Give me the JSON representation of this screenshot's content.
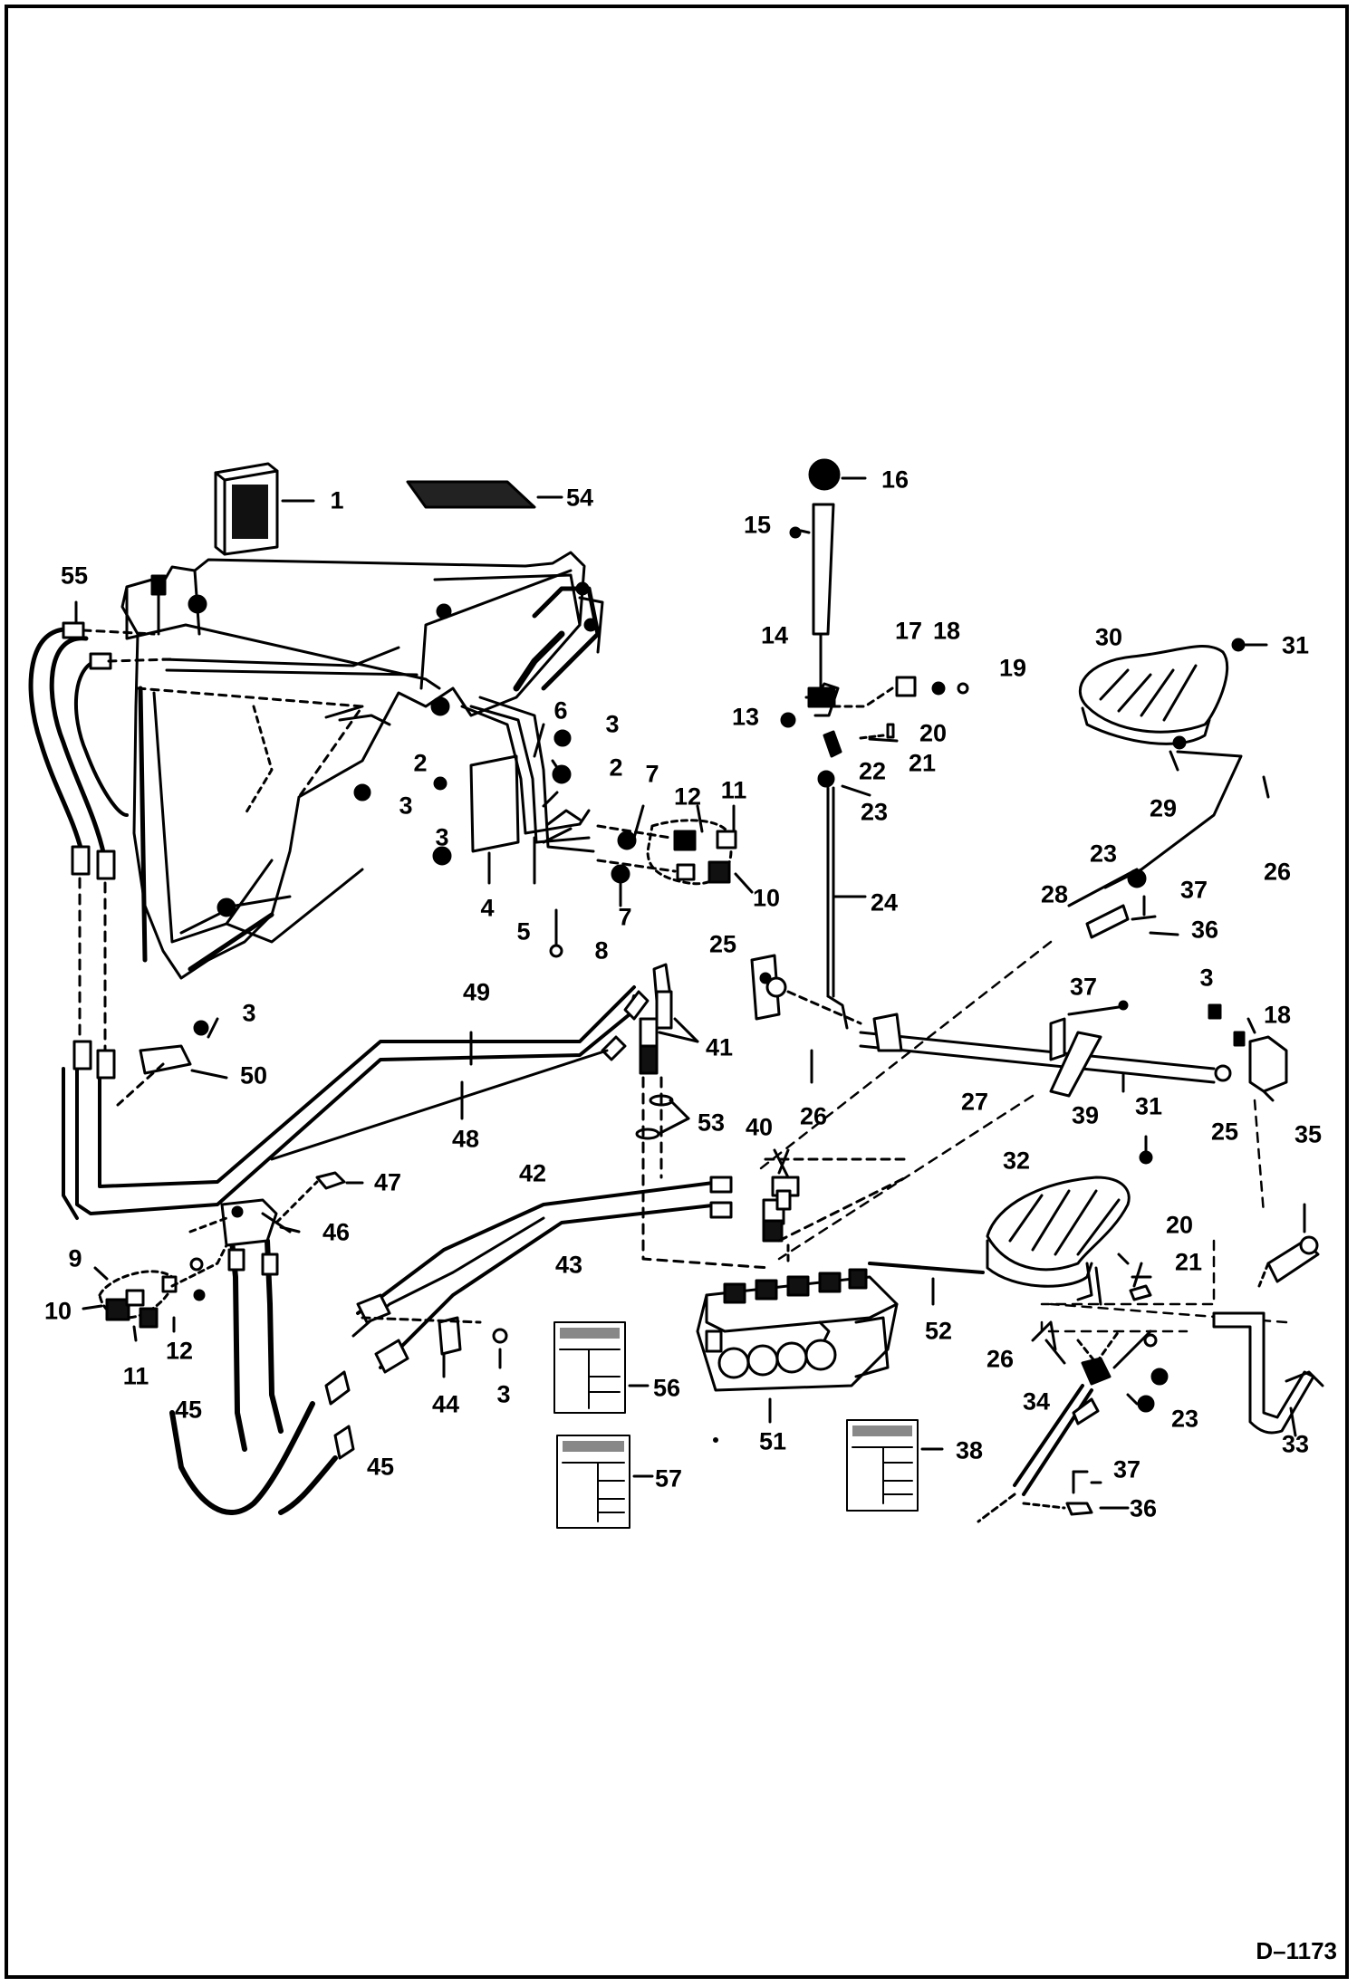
{
  "figure": {
    "id": "D–1173"
  },
  "callouts": [
    {
      "key": "c1",
      "text": "1"
    },
    {
      "key": "c54",
      "text": "54"
    },
    {
      "key": "c16",
      "text": "16"
    },
    {
      "key": "c15",
      "text": "15"
    },
    {
      "key": "c55",
      "text": "55"
    },
    {
      "key": "c14",
      "text": "14"
    },
    {
      "key": "c17",
      "text": "17"
    },
    {
      "key": "c18a",
      "text": "18"
    },
    {
      "key": "c19",
      "text": "19"
    },
    {
      "key": "c30",
      "text": "30"
    },
    {
      "key": "c31a",
      "text": "31"
    },
    {
      "key": "c13",
      "text": "13"
    },
    {
      "key": "c6",
      "text": "6"
    },
    {
      "key": "c3a",
      "text": "3"
    },
    {
      "key": "c20a",
      "text": "20"
    },
    {
      "key": "c21a",
      "text": "21"
    },
    {
      "key": "c22",
      "text": "22"
    },
    {
      "key": "c2a",
      "text": "2"
    },
    {
      "key": "c2b",
      "text": "2"
    },
    {
      "key": "c3b",
      "text": "3"
    },
    {
      "key": "c7a",
      "text": "7"
    },
    {
      "key": "c12a",
      "text": "12"
    },
    {
      "key": "c11a",
      "text": "11"
    },
    {
      "key": "c23a",
      "text": "23"
    },
    {
      "key": "c29",
      "text": "29"
    },
    {
      "key": "c26a",
      "text": "26"
    },
    {
      "key": "c3c",
      "text": "3"
    },
    {
      "key": "c4",
      "text": "4"
    },
    {
      "key": "c7b",
      "text": "7"
    },
    {
      "key": "c10a",
      "text": "10"
    },
    {
      "key": "c5",
      "text": "5"
    },
    {
      "key": "c8",
      "text": "8"
    },
    {
      "key": "c24",
      "text": "24"
    },
    {
      "key": "c23b",
      "text": "23"
    },
    {
      "key": "c28",
      "text": "28"
    },
    {
      "key": "c37a",
      "text": "37"
    },
    {
      "key": "c36a",
      "text": "36"
    },
    {
      "key": "c25a",
      "text": "25"
    },
    {
      "key": "c49",
      "text": "49"
    },
    {
      "key": "c3d",
      "text": "3"
    },
    {
      "key": "c41",
      "text": "41"
    },
    {
      "key": "c37b",
      "text": "37"
    },
    {
      "key": "c3e",
      "text": "3"
    },
    {
      "key": "c18b",
      "text": "18"
    },
    {
      "key": "c50",
      "text": "50"
    },
    {
      "key": "c26b",
      "text": "26"
    },
    {
      "key": "c27",
      "text": "27"
    },
    {
      "key": "c39",
      "text": "39"
    },
    {
      "key": "c25b",
      "text": "25"
    },
    {
      "key": "c48",
      "text": "48"
    },
    {
      "key": "c53",
      "text": "53"
    },
    {
      "key": "c40",
      "text": "40"
    },
    {
      "key": "c31b",
      "text": "31"
    },
    {
      "key": "c35",
      "text": "35"
    },
    {
      "key": "c42",
      "text": "42"
    },
    {
      "key": "c47",
      "text": "47"
    },
    {
      "key": "c32",
      "text": "32"
    },
    {
      "key": "c46",
      "text": "46"
    },
    {
      "key": "c20b",
      "text": "20"
    },
    {
      "key": "c9",
      "text": "9"
    },
    {
      "key": "c43",
      "text": "43"
    },
    {
      "key": "c21b",
      "text": "21"
    },
    {
      "key": "c10b",
      "text": "10"
    },
    {
      "key": "c52",
      "text": "52"
    },
    {
      "key": "c12b",
      "text": "12"
    },
    {
      "key": "c11b",
      "text": "11"
    },
    {
      "key": "c26c",
      "text": "26"
    },
    {
      "key": "c44",
      "text": "44"
    },
    {
      "key": "c3f",
      "text": "3"
    },
    {
      "key": "c56",
      "text": "56"
    },
    {
      "key": "c34",
      "text": "34"
    },
    {
      "key": "c23c",
      "text": "23"
    },
    {
      "key": "c33",
      "text": "33"
    },
    {
      "key": "c45a",
      "text": "45"
    },
    {
      "key": "c51",
      "text": "51"
    },
    {
      "key": "c38",
      "text": "38"
    },
    {
      "key": "c37c",
      "text": "37"
    },
    {
      "key": "c45b",
      "text": "45"
    },
    {
      "key": "c57",
      "text": "57"
    },
    {
      "key": "c36b",
      "text": "36"
    }
  ]
}
